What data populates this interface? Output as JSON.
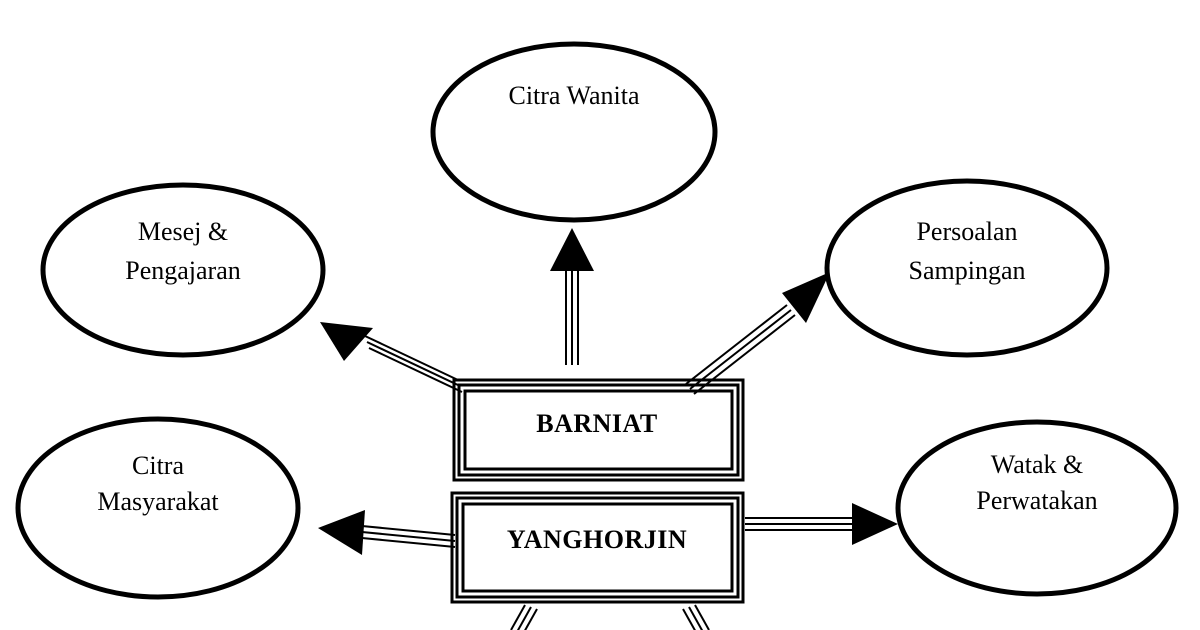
{
  "diagram": {
    "center_boxes": [
      {
        "label": "BARNIAT"
      },
      {
        "label": "YANGHORJIN"
      }
    ],
    "nodes": [
      {
        "lines": [
          "Citra Wanita"
        ]
      },
      {
        "lines": [
          "Mesej &",
          "Pengajaran"
        ]
      },
      {
        "lines": [
          "Persoalan",
          "Sampingan"
        ]
      },
      {
        "lines": [
          "Citra",
          "Masyarakat"
        ]
      },
      {
        "lines": [
          "Watak &",
          "Perwatakan"
        ]
      }
    ]
  }
}
